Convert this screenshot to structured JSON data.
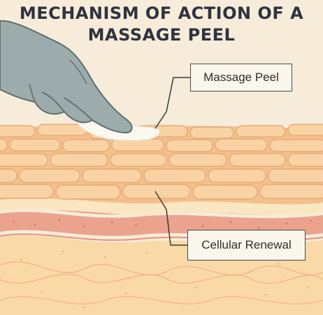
{
  "title": {
    "line1": "MECHANISM OF ACTION OF A",
    "line2": "MASSAGE PEEL"
  },
  "labels": {
    "massage_peel": "Massage Peel",
    "cellular_renewal": "Cellular Renewal"
  },
  "colors": {
    "background": "#f6ecd9",
    "glove": "#9cacad",
    "skin_cells": "#f9d3a4",
    "skin_border": "#e4ab78",
    "dermis_band": "#eba38d",
    "lower_layer": "#fad9a8",
    "peel": "#fbf8f0",
    "text": "#2f3340"
  }
}
